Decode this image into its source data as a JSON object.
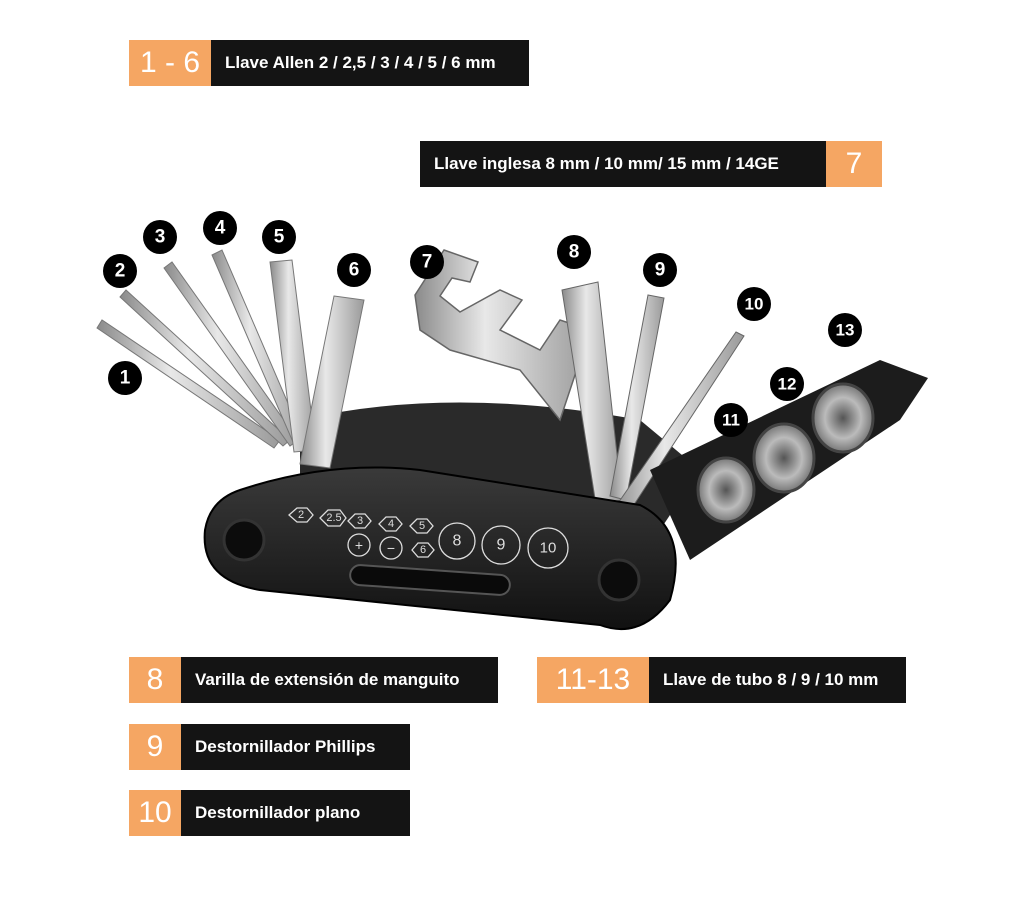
{
  "labels": {
    "allen": {
      "num": "1 - 6",
      "text": "Llave Allen 2 / 2,5 / 3 / 4 / 5 / 6 mm"
    },
    "wrench": {
      "num": "7",
      "text": "Llave inglesa 8 mm / 10 mm/ 15 mm / 14GE"
    },
    "extension": {
      "num": "8",
      "text": "Varilla de extensión de manguito"
    },
    "sockets": {
      "num": "11-13",
      "text": "Llave de tubo 8 / 9 / 10 mm"
    },
    "phillips": {
      "num": "9",
      "text": "Destornillador Phillips"
    },
    "flat": {
      "num": "10",
      "text": "Destornillador plano"
    }
  },
  "badges": [
    "1",
    "2",
    "3",
    "4",
    "5",
    "6",
    "7",
    "8",
    "9",
    "10",
    "11",
    "12",
    "13"
  ],
  "engraving": {
    "hex_sizes": [
      "2",
      "2.5",
      "3",
      "4",
      "5",
      "6",
      "8",
      "9",
      "10"
    ],
    "plus": "+",
    "minus": "−"
  },
  "colors": {
    "accent": "#f5a663",
    "label_bg": "#141414",
    "body": "#1c1c1c",
    "steel": "#c9c9c9"
  }
}
